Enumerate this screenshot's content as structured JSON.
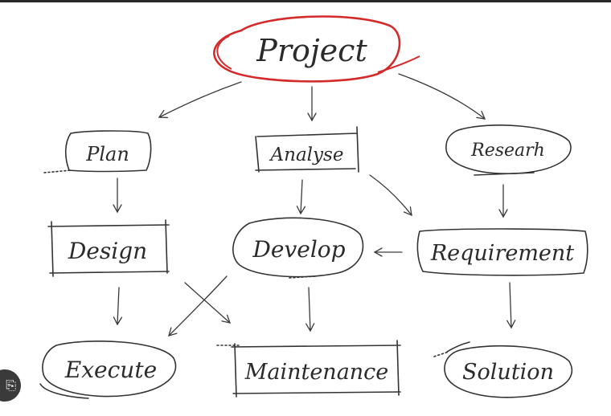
{
  "colors": {
    "accent": "#d42a2a",
    "ink": "#333333"
  },
  "nodes": {
    "project": "Project",
    "plan": "Plan",
    "analyse": "Analyse",
    "research": "Researh",
    "design": "Design",
    "develop": "Develop",
    "requirement": "Requirement",
    "execute": "Execute",
    "maintenance": "Maintenance",
    "solution": "Solution"
  },
  "badge": {
    "icon": "copy-icon"
  }
}
